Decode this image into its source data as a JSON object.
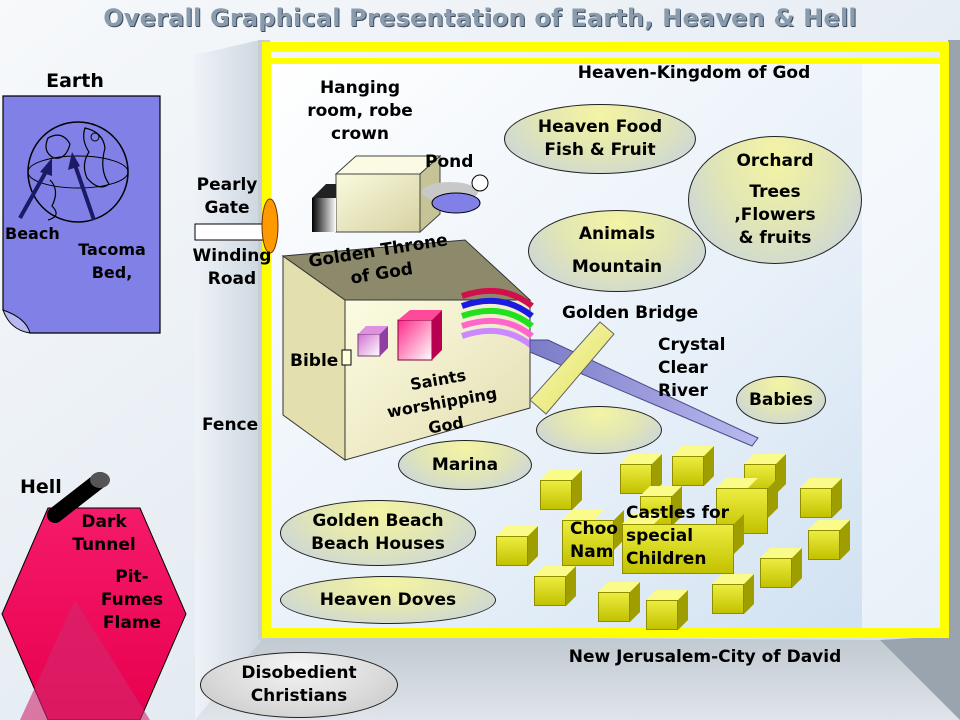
{
  "title": "Overall Graphical Presentation of Earth, Heaven & Hell",
  "earth": {
    "heading": "Earth",
    "beach": "Beach",
    "tacoma": "Tacoma\nBed,"
  },
  "hell": {
    "heading": "Hell",
    "tunnel": "Dark\nTunnel",
    "pit": "Pit-\nFumes\nFlame"
  },
  "side": {
    "pearly_gate": "Pearly\nGate",
    "winding_road": "Winding\nRoad",
    "fence": "Fence",
    "disobedient": "Disobedient\nChristians"
  },
  "heaven": {
    "kingdom": "Heaven-Kingdom of God",
    "hanging_room": "Hanging\nroom, robe\ncrown",
    "pond": "Pond",
    "food": "Heaven Food\nFish &  Fruit",
    "orchard_title": "Orchard",
    "orchard_body": "Trees\n,Flowers\n& fruits",
    "animals": "Animals",
    "mountain": "Mountain",
    "throne": "Golden Throne\nof God",
    "saints": "Saints\nworshipping\nGod",
    "bible": "Bible",
    "golden_bridge": "Golden Bridge",
    "crystal_river": "Crystal\nClear\nRiver",
    "babies": "Babies",
    "marina": "Marina",
    "golden_beach": "Golden Beach\nBeach Houses",
    "doves": "Heaven Doves",
    "choo_nam": "Choo\nNam",
    "castles": "Castles for\nspecial\nChildren",
    "new_jerusalem": "New Jerusalem-City of David"
  },
  "colors": {
    "frame": "#ffff00",
    "earth_fill": "#8080e6",
    "hell_fill": "#f00c5e",
    "castle": "#e0e020",
    "throne_top": "#8d8a6c"
  }
}
